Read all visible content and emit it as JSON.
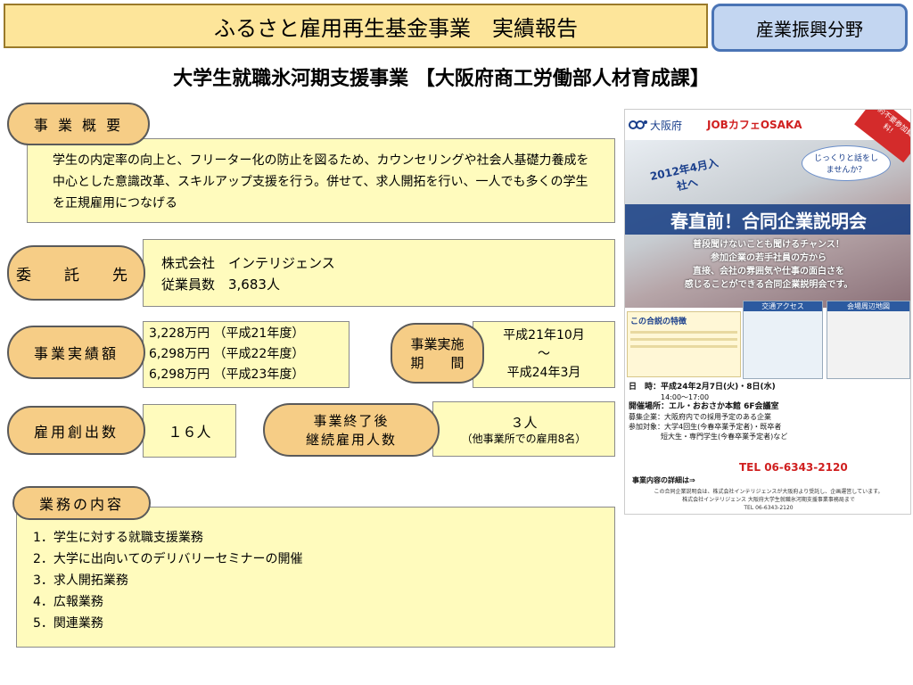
{
  "header": {
    "title": "ふるさと雇用再生基金事業　実績報告",
    "category": "産業振興分野"
  },
  "subtitle": "大学生就職氷河期支援事業 【大阪府商工労働部人材育成課】",
  "overview": {
    "label": "事 業 概 要",
    "text": "学生の内定率の向上と、フリーター化の防止を図るため、カウンセリングや社会人基礎力養成を中心とした意識改革、スキルアップ支援を行う。併せて、求人開拓を行い、一人でも多くの学生を正規雇用につなげる"
  },
  "contractor": {
    "label": "委　託　先",
    "lines": [
      "株式会社　インテリジェンス",
      "従業員数　3,683人"
    ]
  },
  "results": {
    "label": "事業実績額",
    "lines": [
      "3,228万円 （平成21年度）",
      "6,298万円 （平成22年度）",
      "6,298万円 （平成23年度）"
    ]
  },
  "period": {
    "label_line1": "事業実施",
    "label_line2": "期　　間",
    "start": "平成21年10月",
    "sep": "～",
    "end": "平成24年3月"
  },
  "jobs_created": {
    "label": "雇用創出数",
    "value": "１６人"
  },
  "continued": {
    "label_line1": "事業終了後",
    "label_line2": "継続雇用人数",
    "value": "３人",
    "note": "（他事業所での雇用8名）"
  },
  "tasks": {
    "label": "業務の内容",
    "items": [
      "1．学生に対する就職支援業務",
      "2．大学に出向いてのデリバリーセミナーの開催",
      "3．求人開拓業務",
      "4．広報業務",
      "5．関連業務"
    ]
  },
  "poster": {
    "logo_osaka": "大阪府",
    "logo_jobcafe": "JOBカフェOSAKA",
    "free": "予約不要参加費無料！",
    "date_tag": "2012年4月入社へ",
    "bubble": "じっくりと話をしませんか？",
    "headline": "春直前！合同企業説明会",
    "desc": [
      "普段聞けないことも聞けるチャンス！",
      "参加企業の若手社員の方から",
      "直接、会社の雰囲気や仕事の面白さを",
      "感じることができる合同企業説明会です。"
    ],
    "features_title": "この合説の特徴",
    "access_title": "交通アクセス",
    "map_title": "会場周辺地図",
    "schedule": [
      "日　時：平成24年2月7日(火)・8日(水)",
      "14:00～17:00",
      "開催場所：エル・おおさか本館 6F会議室",
      "募集企業：大阪府内での採用予定のある企業",
      "参加対象：大学4回生(今春卒業予定者)・既卒者",
      "短大生・専門学生(今春卒業予定者)など"
    ],
    "tel": "TEL 06-6343-2120",
    "detail": "事業内容の詳細は⇒",
    "footer": [
      "この合同企業説明会は、株式会社インテリジェンスが大阪府より受託し、企画運営しています。",
      "株式会社インテリジェンス 大阪府大学生就職氷河期支援事業事務局まで",
      "TEL 06-6343-2120"
    ]
  }
}
